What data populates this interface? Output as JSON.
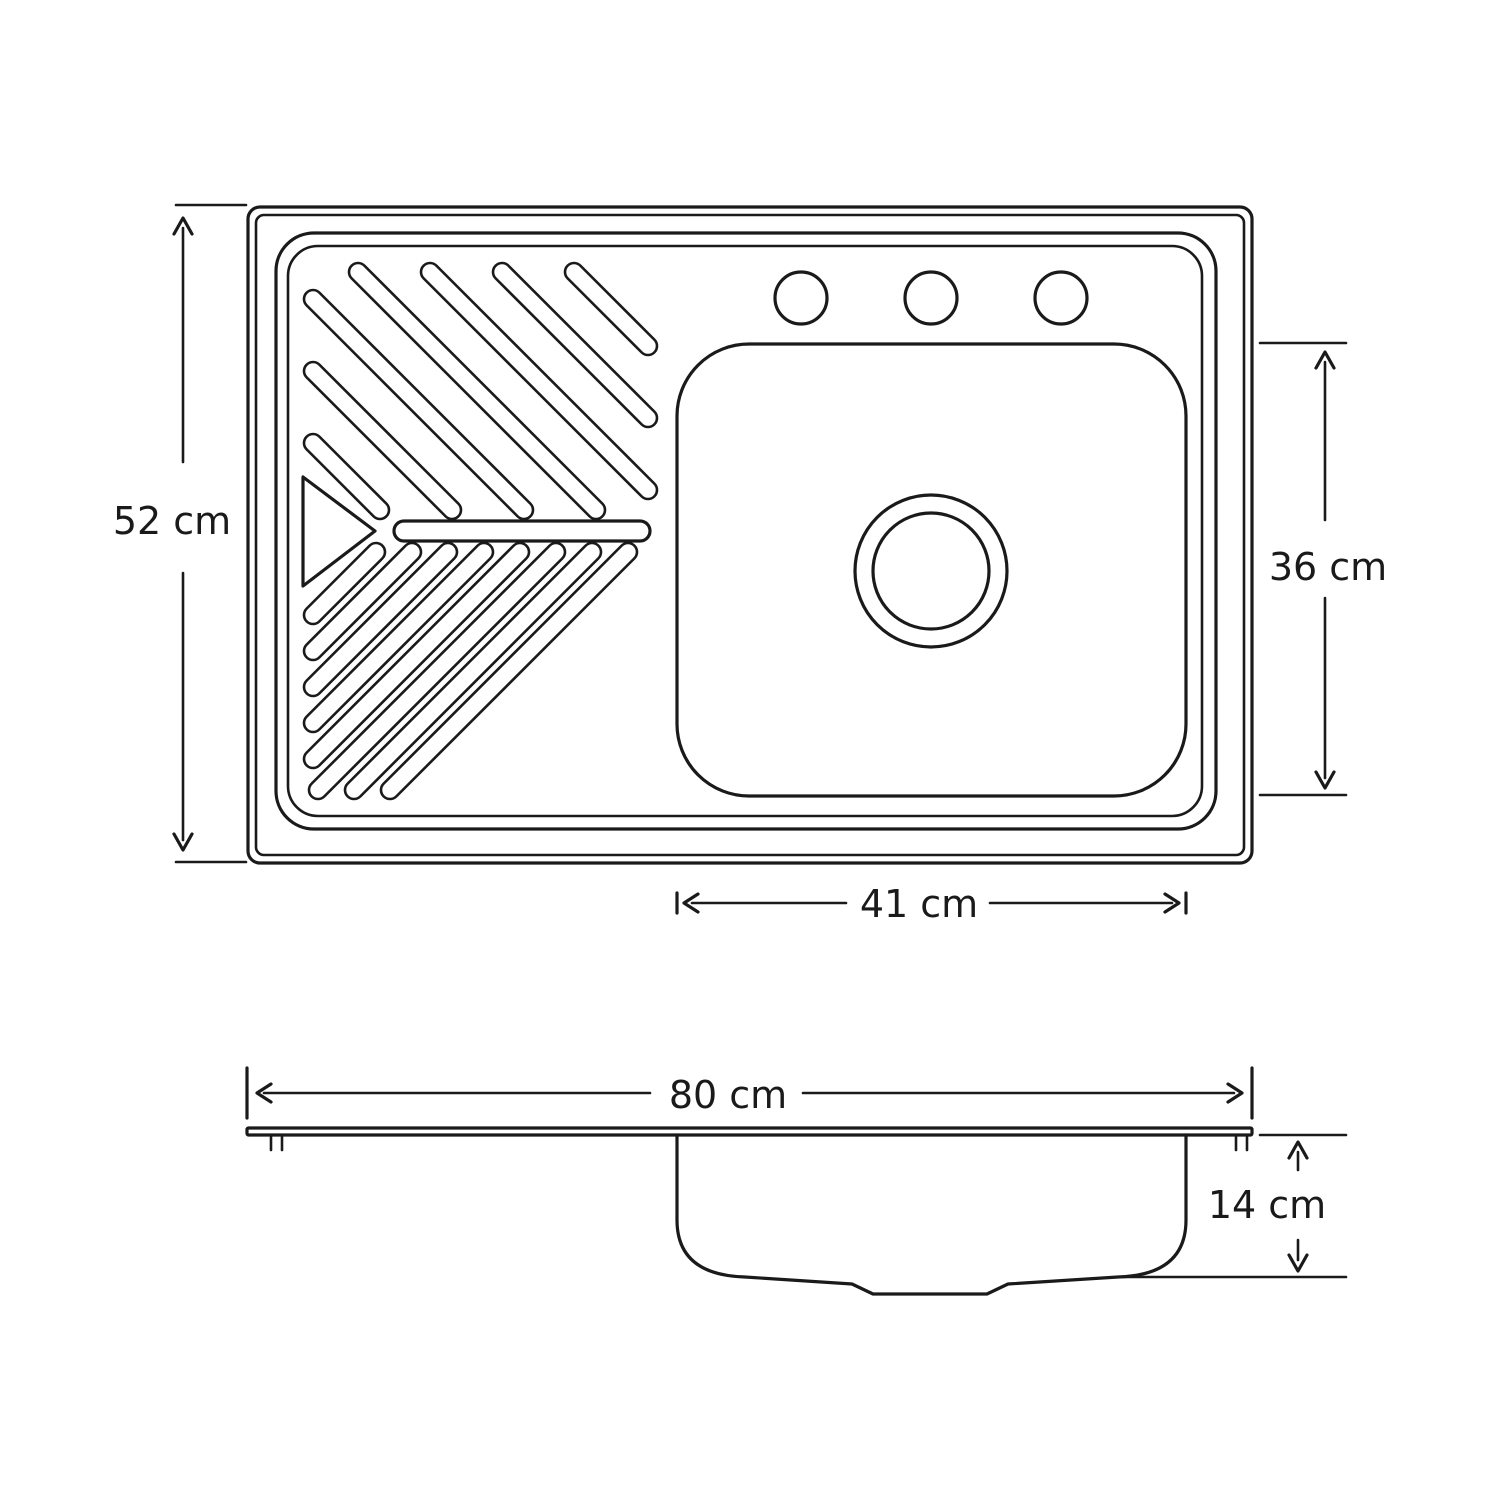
{
  "top_view": {
    "faucet_holes": 3,
    "drainboard_side": "left",
    "bowl_side": "right"
  },
  "dimensions": {
    "height_label": "52 cm",
    "bowl_length_label": "36 cm",
    "bowl_width_label": "41 cm",
    "overall_width_label": "80 cm",
    "depth_label": "14 cm"
  },
  "colors": {
    "line": "#1a1a1a",
    "background": "#ffffff"
  }
}
